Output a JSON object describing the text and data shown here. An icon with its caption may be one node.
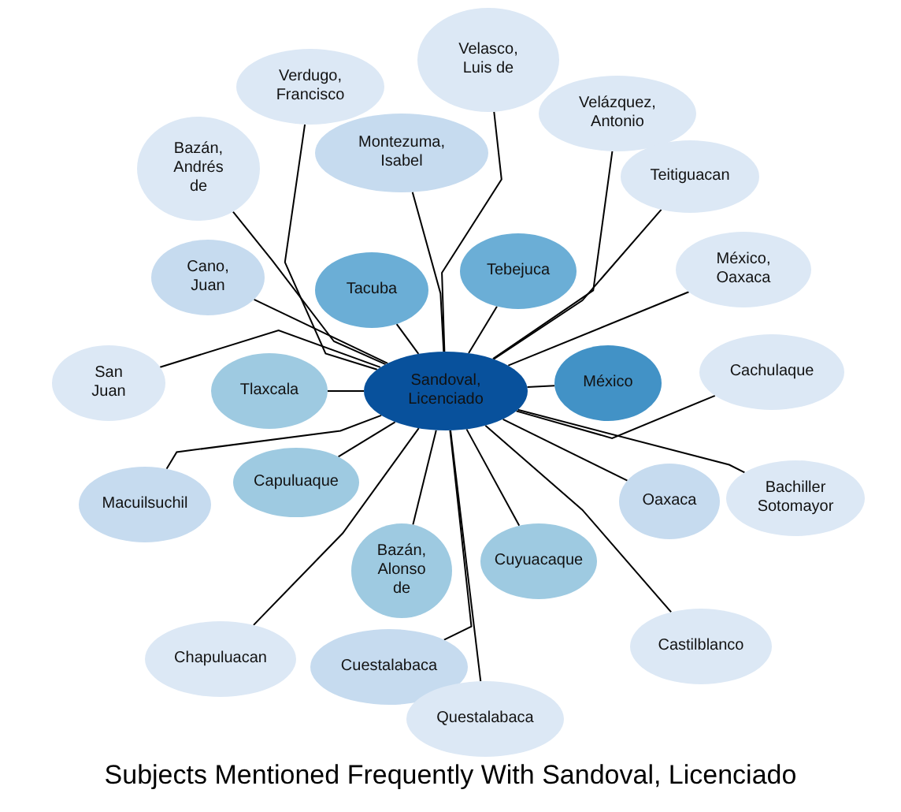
{
  "diagram": {
    "title": "Subjects Mentioned Frequently With Sandoval, Licenciado",
    "nodes": [
      {
        "text": [
          "Sandoval, Licenciado"
        ]
      },
      {
        "text": [
          "Velasco, Luis de"
        ]
      },
      {
        "text": [
          "Verdugo, Francisco"
        ]
      },
      {
        "text": [
          "Velázquez, Antonio"
        ]
      },
      {
        "text": [
          "Montezuma, Isabel"
        ]
      },
      {
        "text": [
          "Bazán, Andrés de"
        ]
      },
      {
        "text": [
          "Teitiguacan"
        ]
      },
      {
        "text": [
          "Cano, Juan"
        ]
      },
      {
        "text": [
          "Tacuba"
        ]
      },
      {
        "text": [
          "Tebejuca"
        ]
      },
      {
        "text": [
          "México, Oaxaca"
        ]
      },
      {
        "text": [
          "San Juan"
        ]
      },
      {
        "text": [
          "Tlaxcala"
        ]
      },
      {
        "text": [
          "México"
        ]
      },
      {
        "text": [
          "Cachulaque"
        ]
      },
      {
        "text": [
          "Macuilsuchil"
        ]
      },
      {
        "text": [
          "Capuluaque"
        ]
      },
      {
        "text": [
          "Bachiller Sotomayor"
        ]
      },
      {
        "text": [
          "Bazán, Alonso de"
        ]
      },
      {
        "text": [
          "Cuyuacaque"
        ]
      },
      {
        "text": [
          "Oaxaca"
        ]
      },
      {
        "text": [
          "Chapuluacan"
        ]
      },
      {
        "text": [
          "Cuestalabaca"
        ]
      },
      {
        "text": [
          "Castilblanco"
        ]
      },
      {
        "text": [
          "Questalabaca"
        ]
      }
    ],
    "edges": [
      {
        "from": 0,
        "to": 1,
        "arrow": "none"
      },
      {
        "from": 0,
        "to": 2,
        "arrow": "none"
      },
      {
        "from": 0,
        "to": 3,
        "arrow": "none"
      },
      {
        "from": 0,
        "to": 4,
        "arrow": "none"
      },
      {
        "from": 0,
        "to": 5,
        "arrow": "none"
      },
      {
        "from": 0,
        "to": 6,
        "arrow": "none"
      },
      {
        "from": 0,
        "to": 7,
        "arrow": "none"
      },
      {
        "from": 0,
        "to": 8,
        "arrow": "none"
      },
      {
        "from": 0,
        "to": 9,
        "arrow": "none"
      },
      {
        "from": 0,
        "to": 10,
        "arrow": "none"
      },
      {
        "from": 0,
        "to": 11,
        "arrow": "none"
      },
      {
        "from": 0,
        "to": 12,
        "arrow": "none"
      },
      {
        "from": 0,
        "to": 13,
        "arrow": "none"
      },
      {
        "from": 0,
        "to": 14,
        "arrow": "none"
      },
      {
        "from": 0,
        "to": 15,
        "arrow": "none"
      },
      {
        "from": 0,
        "to": 16,
        "arrow": "none"
      },
      {
        "from": 0,
        "to": 17,
        "arrow": "none"
      },
      {
        "from": 0,
        "to": 18,
        "arrow": "none"
      },
      {
        "from": 0,
        "to": 19,
        "arrow": "none"
      },
      {
        "from": 0,
        "to": 20,
        "arrow": "none"
      },
      {
        "from": 0,
        "to": 21,
        "arrow": "none"
      },
      {
        "from": 0,
        "to": 22,
        "arrow": "none"
      },
      {
        "from": 0,
        "to": 23,
        "arrow": "none"
      },
      {
        "from": 0,
        "to": 24,
        "arrow": "none"
      }
    ]
  }
}
